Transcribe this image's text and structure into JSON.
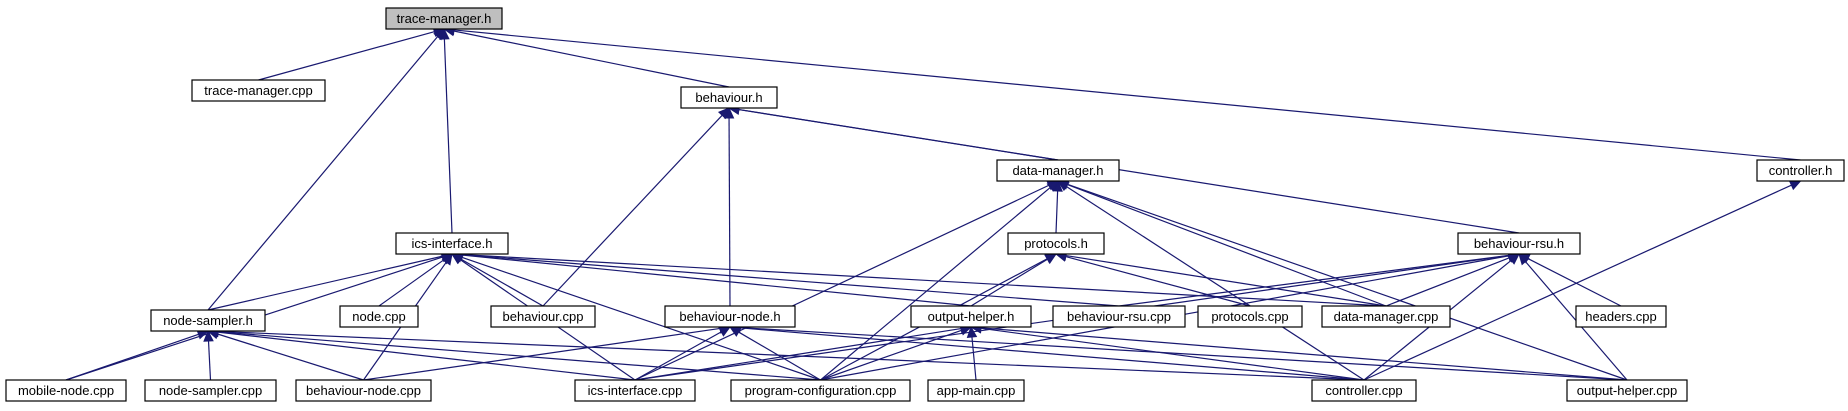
{
  "diagram": {
    "edge_color": "#191970",
    "root_fill": "#bfbfbf",
    "nodes": [
      {
        "id": "trace_manager_h",
        "label": "trace-manager.h",
        "root": true
      },
      {
        "id": "trace_manager_cpp",
        "label": "trace-manager.cpp"
      },
      {
        "id": "behaviour_h",
        "label": "behaviour.h"
      },
      {
        "id": "controller_h",
        "label": "controller.h"
      },
      {
        "id": "data_manager_h",
        "label": "data-manager.h"
      },
      {
        "id": "ics_interface_h",
        "label": "ics-interface.h"
      },
      {
        "id": "protocols_h",
        "label": "protocols.h"
      },
      {
        "id": "behaviour_rsu_h",
        "label": "behaviour-rsu.h"
      },
      {
        "id": "node_sampler_h",
        "label": "node-sampler.h"
      },
      {
        "id": "node_cpp",
        "label": "node.cpp"
      },
      {
        "id": "behaviour_cpp",
        "label": "behaviour.cpp"
      },
      {
        "id": "behaviour_node_h",
        "label": "behaviour-node.h"
      },
      {
        "id": "output_helper_h",
        "label": "output-helper.h"
      },
      {
        "id": "behaviour_rsu_cpp",
        "label": "behaviour-rsu.cpp"
      },
      {
        "id": "protocols_cpp",
        "label": "protocols.cpp"
      },
      {
        "id": "data_manager_cpp",
        "label": "data-manager.cpp"
      },
      {
        "id": "headers_cpp",
        "label": "headers.cpp"
      },
      {
        "id": "mobile_node_cpp",
        "label": "mobile-node.cpp"
      },
      {
        "id": "node_sampler_cpp",
        "label": "node-sampler.cpp"
      },
      {
        "id": "behaviour_node_cpp",
        "label": "behaviour-node.cpp"
      },
      {
        "id": "ics_interface_cpp",
        "label": "ics-interface.cpp"
      },
      {
        "id": "program_configuration_cpp",
        "label": "program-configuration.cpp"
      },
      {
        "id": "app_main_cpp",
        "label": "app-main.cpp"
      },
      {
        "id": "controller_cpp",
        "label": "controller.cpp"
      },
      {
        "id": "output_helper_cpp",
        "label": "output-helper.cpp"
      }
    ],
    "edges": [
      [
        "trace_manager_cpp",
        "trace_manager_h"
      ],
      [
        "behaviour_h",
        "trace_manager_h"
      ],
      [
        "controller_h",
        "trace_manager_h"
      ],
      [
        "ics_interface_h",
        "trace_manager_h"
      ],
      [
        "node_sampler_h",
        "trace_manager_h"
      ],
      [
        "data_manager_h",
        "behaviour_h"
      ],
      [
        "behaviour_rsu_h",
        "behaviour_h"
      ],
      [
        "behaviour_node_h",
        "behaviour_h"
      ],
      [
        "behaviour_cpp",
        "behaviour_h"
      ],
      [
        "controller_cpp",
        "controller_h"
      ],
      [
        "protocols_h",
        "data_manager_h"
      ],
      [
        "data_manager_cpp",
        "data_manager_h"
      ],
      [
        "ics_interface_cpp",
        "data_manager_h"
      ],
      [
        "program_configuration_cpp",
        "data_manager_h"
      ],
      [
        "controller_cpp",
        "data_manager_h"
      ],
      [
        "output_helper_cpp",
        "data_manager_h"
      ],
      [
        "node_sampler_h",
        "ics_interface_h"
      ],
      [
        "node_cpp",
        "ics_interface_h"
      ],
      [
        "behaviour_cpp",
        "ics_interface_h"
      ],
      [
        "output_helper_h",
        "ics_interface_h"
      ],
      [
        "behaviour_rsu_cpp",
        "ics_interface_h"
      ],
      [
        "data_manager_cpp",
        "ics_interface_h"
      ],
      [
        "mobile_node_cpp",
        "ics_interface_h"
      ],
      [
        "behaviour_node_cpp",
        "ics_interface_h"
      ],
      [
        "ics_interface_cpp",
        "ics_interface_h"
      ],
      [
        "program_configuration_cpp",
        "ics_interface_h"
      ],
      [
        "output_helper_h",
        "protocols_h"
      ],
      [
        "protocols_cpp",
        "protocols_h"
      ],
      [
        "data_manager_cpp",
        "protocols_h"
      ],
      [
        "program_configuration_cpp",
        "protocols_h"
      ],
      [
        "behaviour_rsu_cpp",
        "behaviour_rsu_h"
      ],
      [
        "data_manager_cpp",
        "behaviour_rsu_h"
      ],
      [
        "headers_cpp",
        "behaviour_rsu_h"
      ],
      [
        "ics_interface_cpp",
        "behaviour_rsu_h"
      ],
      [
        "program_configuration_cpp",
        "behaviour_rsu_h"
      ],
      [
        "controller_cpp",
        "behaviour_rsu_h"
      ],
      [
        "output_helper_cpp",
        "behaviour_rsu_h"
      ],
      [
        "mobile_node_cpp",
        "node_sampler_h"
      ],
      [
        "node_sampler_cpp",
        "node_sampler_h"
      ],
      [
        "behaviour_node_cpp",
        "node_sampler_h"
      ],
      [
        "ics_interface_cpp",
        "node_sampler_h"
      ],
      [
        "program_configuration_cpp",
        "node_sampler_h"
      ],
      [
        "controller_cpp",
        "node_sampler_h"
      ],
      [
        "behaviour_node_cpp",
        "behaviour_node_h"
      ],
      [
        "ics_interface_cpp",
        "behaviour_node_h"
      ],
      [
        "program_configuration_cpp",
        "behaviour_node_h"
      ],
      [
        "controller_cpp",
        "behaviour_node_h"
      ],
      [
        "output_helper_cpp",
        "behaviour_node_h"
      ],
      [
        "ics_interface_cpp",
        "output_helper_h"
      ],
      [
        "program_configuration_cpp",
        "output_helper_h"
      ],
      [
        "app_main_cpp",
        "output_helper_h"
      ],
      [
        "controller_cpp",
        "output_helper_h"
      ],
      [
        "output_helper_cpp",
        "output_helper_h"
      ]
    ]
  }
}
